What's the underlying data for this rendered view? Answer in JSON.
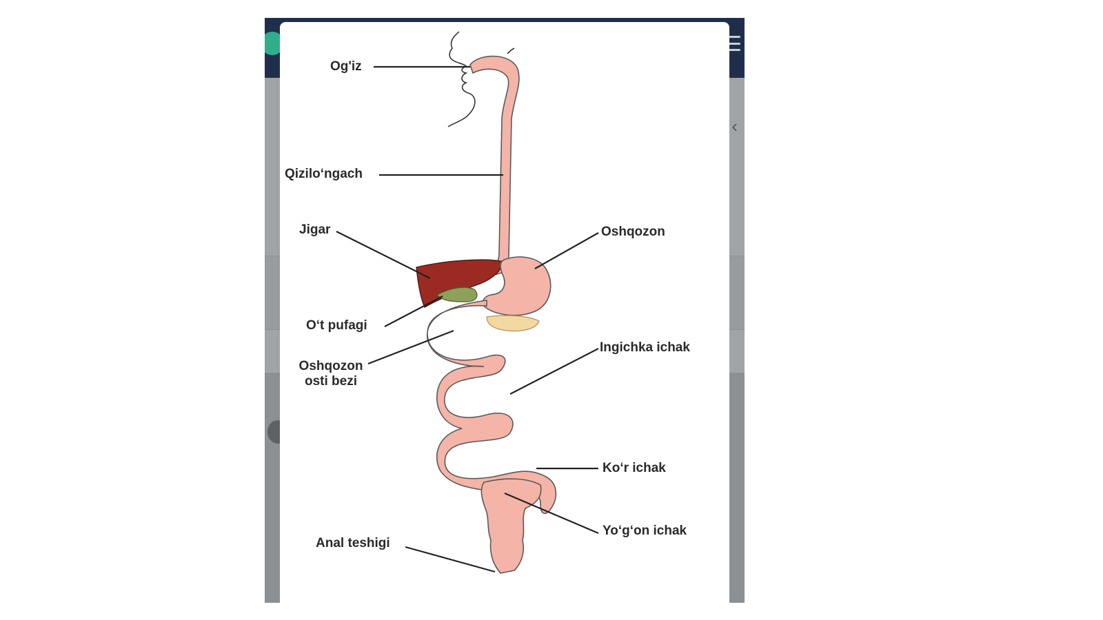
{
  "diagram": {
    "labels": {
      "mouth": "Og'iz",
      "esophagus": "Qizilo‘ngach",
      "liver": "Jigar",
      "gallbladder": "O‘t pufagi",
      "pancreas_line1": "Oshqozon",
      "pancreas_line2": "osti bezi",
      "stomach": "Oshqozon",
      "small_intestine": "Ingichka ichak",
      "cecum": "Ko‘r ichak",
      "large_intestine": "Yo‘g‘on ichak",
      "anus": "Anal teshigi"
    },
    "colors": {
      "tract_fill": "#f4b4a8",
      "tract_stroke": "#5a5a5a",
      "liver": "#9b2b22",
      "gallbladder": "#8fa05a",
      "pancreas": "#f2d9a0",
      "leader": "#222222"
    }
  }
}
